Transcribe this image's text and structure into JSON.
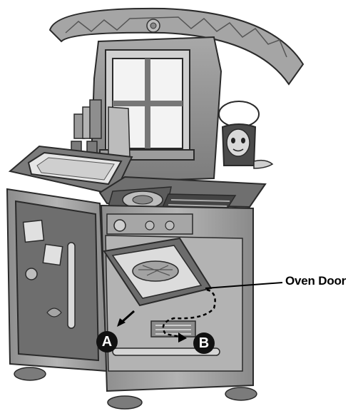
{
  "callout": {
    "label": "Oven Door"
  },
  "markers": {
    "a": "A",
    "b": "B"
  },
  "colors": {
    "body": "#9a9a9a",
    "body_dark": "#6e6e6e",
    "body_light": "#c9c9c9",
    "outline": "#2a2a2a",
    "marker": "#111111"
  }
}
